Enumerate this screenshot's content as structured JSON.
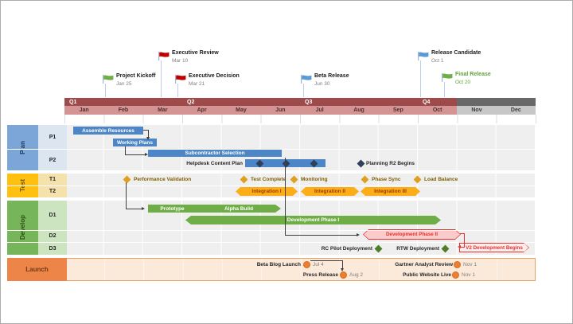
{
  "chart_data": {
    "type": "gantt",
    "title": "",
    "time_axis": {
      "unit": "month",
      "quarters": [
        "Q1",
        "Q2",
        "Q3",
        "Q4"
      ],
      "months": [
        "Jan",
        "Feb",
        "Mar",
        "Apr",
        "May",
        "Jun",
        "Jul",
        "Aug",
        "Sep",
        "Oct",
        "Nov",
        "Dec"
      ],
      "note": "Jan-Oct shown on red band, Nov-Dec on gray band"
    },
    "top_milestones": [
      {
        "name": "Project Kickoff",
        "date": "Jan 25",
        "flag_color": "green"
      },
      {
        "name": "Executive Review",
        "date": "Mar 10",
        "flag_color": "red"
      },
      {
        "name": "Executive Decision",
        "date": "Mar 21",
        "flag_color": "red"
      },
      {
        "name": "Beta Release",
        "date": "Jun 30",
        "flag_color": "blue"
      },
      {
        "name": "Release Candidate",
        "date": "Oct 1",
        "flag_color": "blue"
      },
      {
        "name": "Final Release",
        "date": "Oct 20",
        "flag_color": "green"
      }
    ],
    "lanes": [
      {
        "name": "Plan",
        "color": "blue",
        "rows": [
          "P1",
          "P2"
        ],
        "items": [
          {
            "label": "Assemble Resources",
            "type": "bar",
            "row": "P1",
            "start": "Jan 7",
            "end": "Mar 1"
          },
          {
            "label": "Working Plans",
            "type": "bar",
            "row": "P1",
            "start": "Feb 7",
            "end": "Mar 12"
          },
          {
            "label": "Subcontractor Selection",
            "type": "bar",
            "row": "P2",
            "start": "Mar 3",
            "end": "Jun 16"
          },
          {
            "label": "Helpdesk Content Plan",
            "type": "bar_with_milestones",
            "row": "P2",
            "start": "May 18",
            "end": "Jul 21",
            "milestone_dates": [
              "Jun 1",
              "Jun 21",
              "Jul 12"
            ]
          },
          {
            "label": "Planning R2 Begins",
            "type": "milestone",
            "row": "P2",
            "date": "Aug 17"
          }
        ]
      },
      {
        "name": "Test",
        "color": "gold",
        "rows": [
          "T1",
          "T2"
        ],
        "items": [
          {
            "label": "Performance Validation",
            "type": "milestone",
            "row": "T1",
            "date": "Feb 18"
          },
          {
            "label": "Test Complete",
            "type": "milestone",
            "row": "T1",
            "date": "May 17"
          },
          {
            "label": "Monitoring",
            "type": "milestone",
            "row": "T1",
            "date": "Jun 26"
          },
          {
            "label": "Phase Sync",
            "type": "milestone",
            "row": "T1",
            "date": "Aug 20"
          },
          {
            "label": "Load Balance",
            "type": "milestone",
            "row": "T1",
            "date": "Oct 1"
          },
          {
            "label": "Integration I",
            "type": "arrow_bar",
            "row": "T2",
            "start": "May 12",
            "end": "Jun 29"
          },
          {
            "label": "Integration II",
            "type": "arrow_bar",
            "row": "T2",
            "start": "Jul 1",
            "end": "Aug 16"
          },
          {
            "label": "Integration III",
            "type": "arrow_bar",
            "row": "T2",
            "start": "Aug 17",
            "end": "Oct 3"
          }
        ]
      },
      {
        "name": "Develop",
        "color": "green",
        "rows": [
          "D1",
          "D2",
          "D3"
        ],
        "items": [
          {
            "label": "Prototype",
            "type": "bar",
            "row": "D1",
            "start": "Mar 3",
            "end": "Apr 12"
          },
          {
            "label": "Alpha Build",
            "type": "arrow_bar",
            "row": "D1",
            "start": "Apr 12",
            "end": "Jun 16"
          },
          {
            "label": "Development Phase I",
            "type": "arrow_bar",
            "row": "D1",
            "start": "Apr 2",
            "end": "Oct 19"
          },
          {
            "label": "Development Phase II",
            "type": "outlined_arrow_bar",
            "row": "D2",
            "start": "Aug 19",
            "end": "Nov 3"
          },
          {
            "label": "RC Pilot Deployment",
            "type": "milestone",
            "row": "D3",
            "date": "Sep 1"
          },
          {
            "label": "RTW Deployment",
            "type": "milestone",
            "row": "D3",
            "date": "Oct 22"
          },
          {
            "label": "V2 Development Begins",
            "type": "outlined_arrow_bar",
            "row": "D3",
            "start": "Nov 2",
            "end": "Dec 29"
          }
        ]
      },
      {
        "name": "Launch",
        "color": "orange",
        "rows": [],
        "items": [
          {
            "label": "Beta Blog Launch",
            "type": "milestone",
            "date": "Jul 4"
          },
          {
            "label": "Press Release",
            "type": "milestone",
            "date": "Aug 2"
          },
          {
            "label": "Gartner Analyst Review",
            "type": "milestone",
            "date": "Nov 1"
          },
          {
            "label": "Public Website Live",
            "type": "milestone",
            "date": "Nov 1"
          }
        ]
      }
    ],
    "dependencies": [
      [
        "Assemble Resources",
        "Working Plans"
      ],
      [
        "Working Plans",
        "Subcontractor Selection"
      ],
      [
        "Subcontractor Selection",
        "Development Phase II"
      ],
      [
        "Performance Validation",
        "Prototype"
      ],
      [
        "Development Phase II",
        "V2 Development Begins"
      ],
      [
        "Beta Blog Launch",
        "Press Release"
      ]
    ]
  },
  "milestones": [
    {
      "title": "Project Kickoff",
      "date": "Jan 25"
    },
    {
      "title": "Executive Review",
      "date": "Mar 10"
    },
    {
      "title": "Executive Decision",
      "date": "Mar 21"
    },
    {
      "title": "Beta Release",
      "date": "Jun 30"
    },
    {
      "title": "Release Candidate",
      "date": "Oct 1"
    },
    {
      "title": "Final Release",
      "date": "Oct 20"
    }
  ],
  "timeline": {
    "quarters": [
      "Q1",
      "Q2",
      "Q3",
      "Q4"
    ],
    "months": [
      "Jan",
      "Feb",
      "Mar",
      "Apr",
      "May",
      "Jun",
      "Jul",
      "Aug",
      "Sep",
      "Oct",
      "Nov",
      "Dec"
    ]
  },
  "plan": {
    "label": "Plan",
    "r1": "P1",
    "r2": "P2",
    "assemble": "Assemble Resources",
    "working": "Working Plans",
    "subcontractor": "Subcontractor Selection",
    "helpdesk": "Helpdesk Content Plan",
    "planning_r2": "Planning R2 Begins"
  },
  "test": {
    "label": "Test",
    "r1": "T1",
    "r2": "T2",
    "m1": "Performance Validation",
    "m2": "Test Complete",
    "m3": "Monitoring",
    "m4": "Phase Sync",
    "m5": "Load Balance",
    "i1": "Integration I",
    "i2": "Integration II",
    "i3": "Integration III"
  },
  "develop": {
    "label": "Develop",
    "r1": "D1",
    "r2": "D2",
    "r3": "D3",
    "prototype": "Prototype",
    "alpha": "Alpha Build",
    "phase1": "Development Phase I",
    "phase2": "Development Phase II",
    "v2": "V2 Development Begins",
    "rc": "RC Pilot Deployment",
    "rtw": "RTW Deployment"
  },
  "launch": {
    "label": "Launch",
    "items": [
      {
        "title": "Beta Blog Launch",
        "date": "Jul 4"
      },
      {
        "title": "Press Release",
        "date": "Aug 2"
      },
      {
        "title": "Gartner Analyst Review",
        "date": "Nov 1"
      },
      {
        "title": "Public Website Live",
        "date": "Nov 1"
      }
    ]
  },
  "colors": {
    "accent_blue": "#4C86C6",
    "accent_gold": "#FBAE17",
    "accent_green": "#6FAE46",
    "accent_orange": "#ED7D31",
    "quarter_red": "#9E4A4A",
    "month_red": "#D49494",
    "quarter_gray": "#686868",
    "month_gray": "#C7C7C7",
    "flag_red": "#C00000",
    "flag_blue": "#5B9BD5",
    "flag_green": "#6FAE46",
    "danger_red": "#E8312E"
  }
}
